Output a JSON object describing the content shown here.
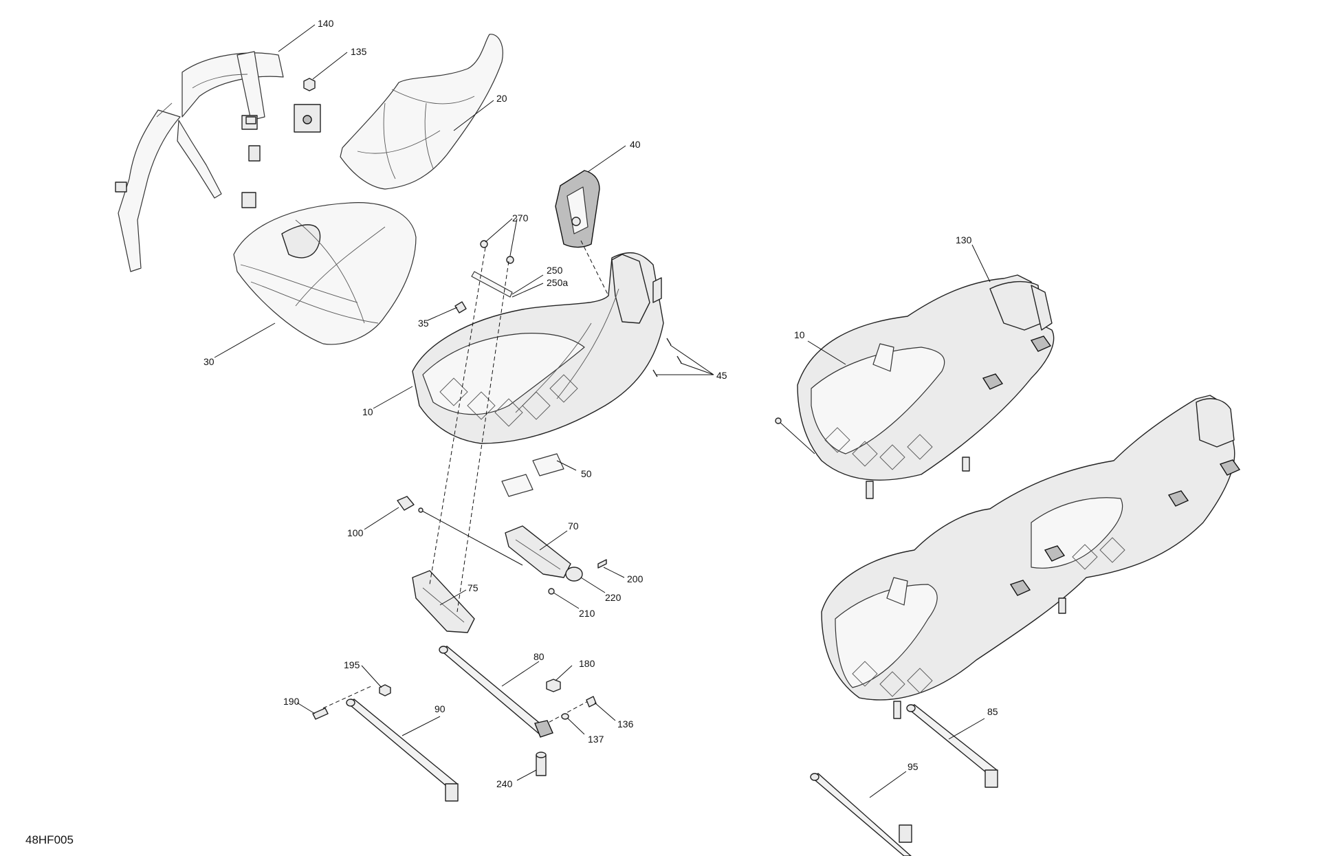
{
  "diagram_code": "48HF005",
  "callouts": {
    "c140": "140",
    "c135": "135",
    "c20": "20",
    "c40": "40",
    "c270": "270",
    "c250": "250",
    "c250a": "250a",
    "c35": "35",
    "c30": "30",
    "c10": "10",
    "c45": "45",
    "c50": "50",
    "c100": "100",
    "c70": "70",
    "c200": "200",
    "c75": "75",
    "c220": "220",
    "c210": "210",
    "c80": "80",
    "c180": "180",
    "c195": "195",
    "c190": "190",
    "c90": "90",
    "c136": "136",
    "c137": "137",
    "c240": "240",
    "c130": "130",
    "c10b": "10",
    "c85": "85",
    "c95": "95"
  }
}
